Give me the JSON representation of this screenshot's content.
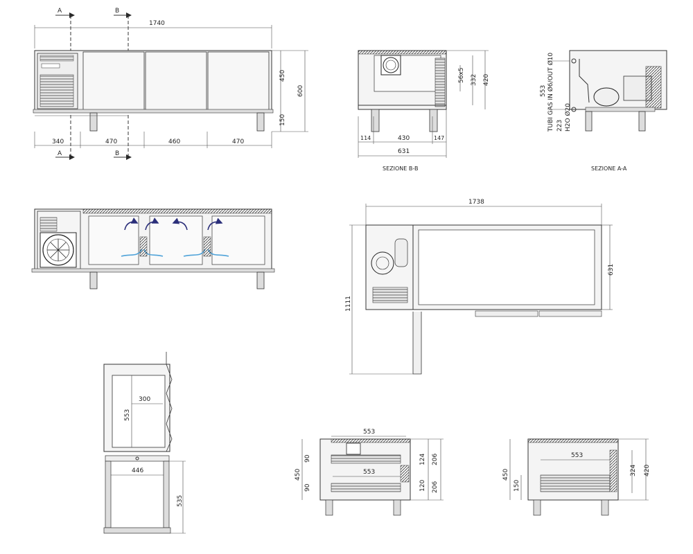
{
  "section_markers": {
    "a_top": "A",
    "b_top": "B",
    "a_bottom": "A",
    "b_bottom": "B"
  },
  "front_view": {
    "overall_width": "1740",
    "height_450": "450",
    "height_600": "600",
    "height_150": "150",
    "segments": [
      "340",
      "470",
      "460",
      "470"
    ]
  },
  "section_bb": {
    "label": "SEZIONE B-B",
    "dim_56x5": "56x5",
    "dim_332": "332",
    "dim_420": "420",
    "dim_114": "114",
    "dim_430": "430",
    "dim_147": "147",
    "dim_631": "631"
  },
  "section_aa": {
    "label": "SEZIONE A-A",
    "dim_553": "553",
    "gas_pipes": "TUBI GAS IN Ø6/OUT Ø10",
    "dim_223": "223",
    "h2o": "H2O Ø20"
  },
  "plan_view": {
    "width": "1738",
    "depth": "631",
    "total_depth": "1111"
  },
  "side_section": {
    "d553": "553",
    "d300": "300",
    "d446": "446",
    "d535": "535"
  },
  "drawer_front": {
    "w553_top": "553",
    "w553_mid": "553",
    "h450": "450",
    "h90_a": "90",
    "h90_b": "90",
    "h124": "124",
    "h206_a": "206",
    "h120": "120",
    "h206_b": "206"
  },
  "drawer_side": {
    "w553": "553",
    "h450": "450",
    "h150": "150",
    "h324": "324",
    "h420": "420"
  }
}
